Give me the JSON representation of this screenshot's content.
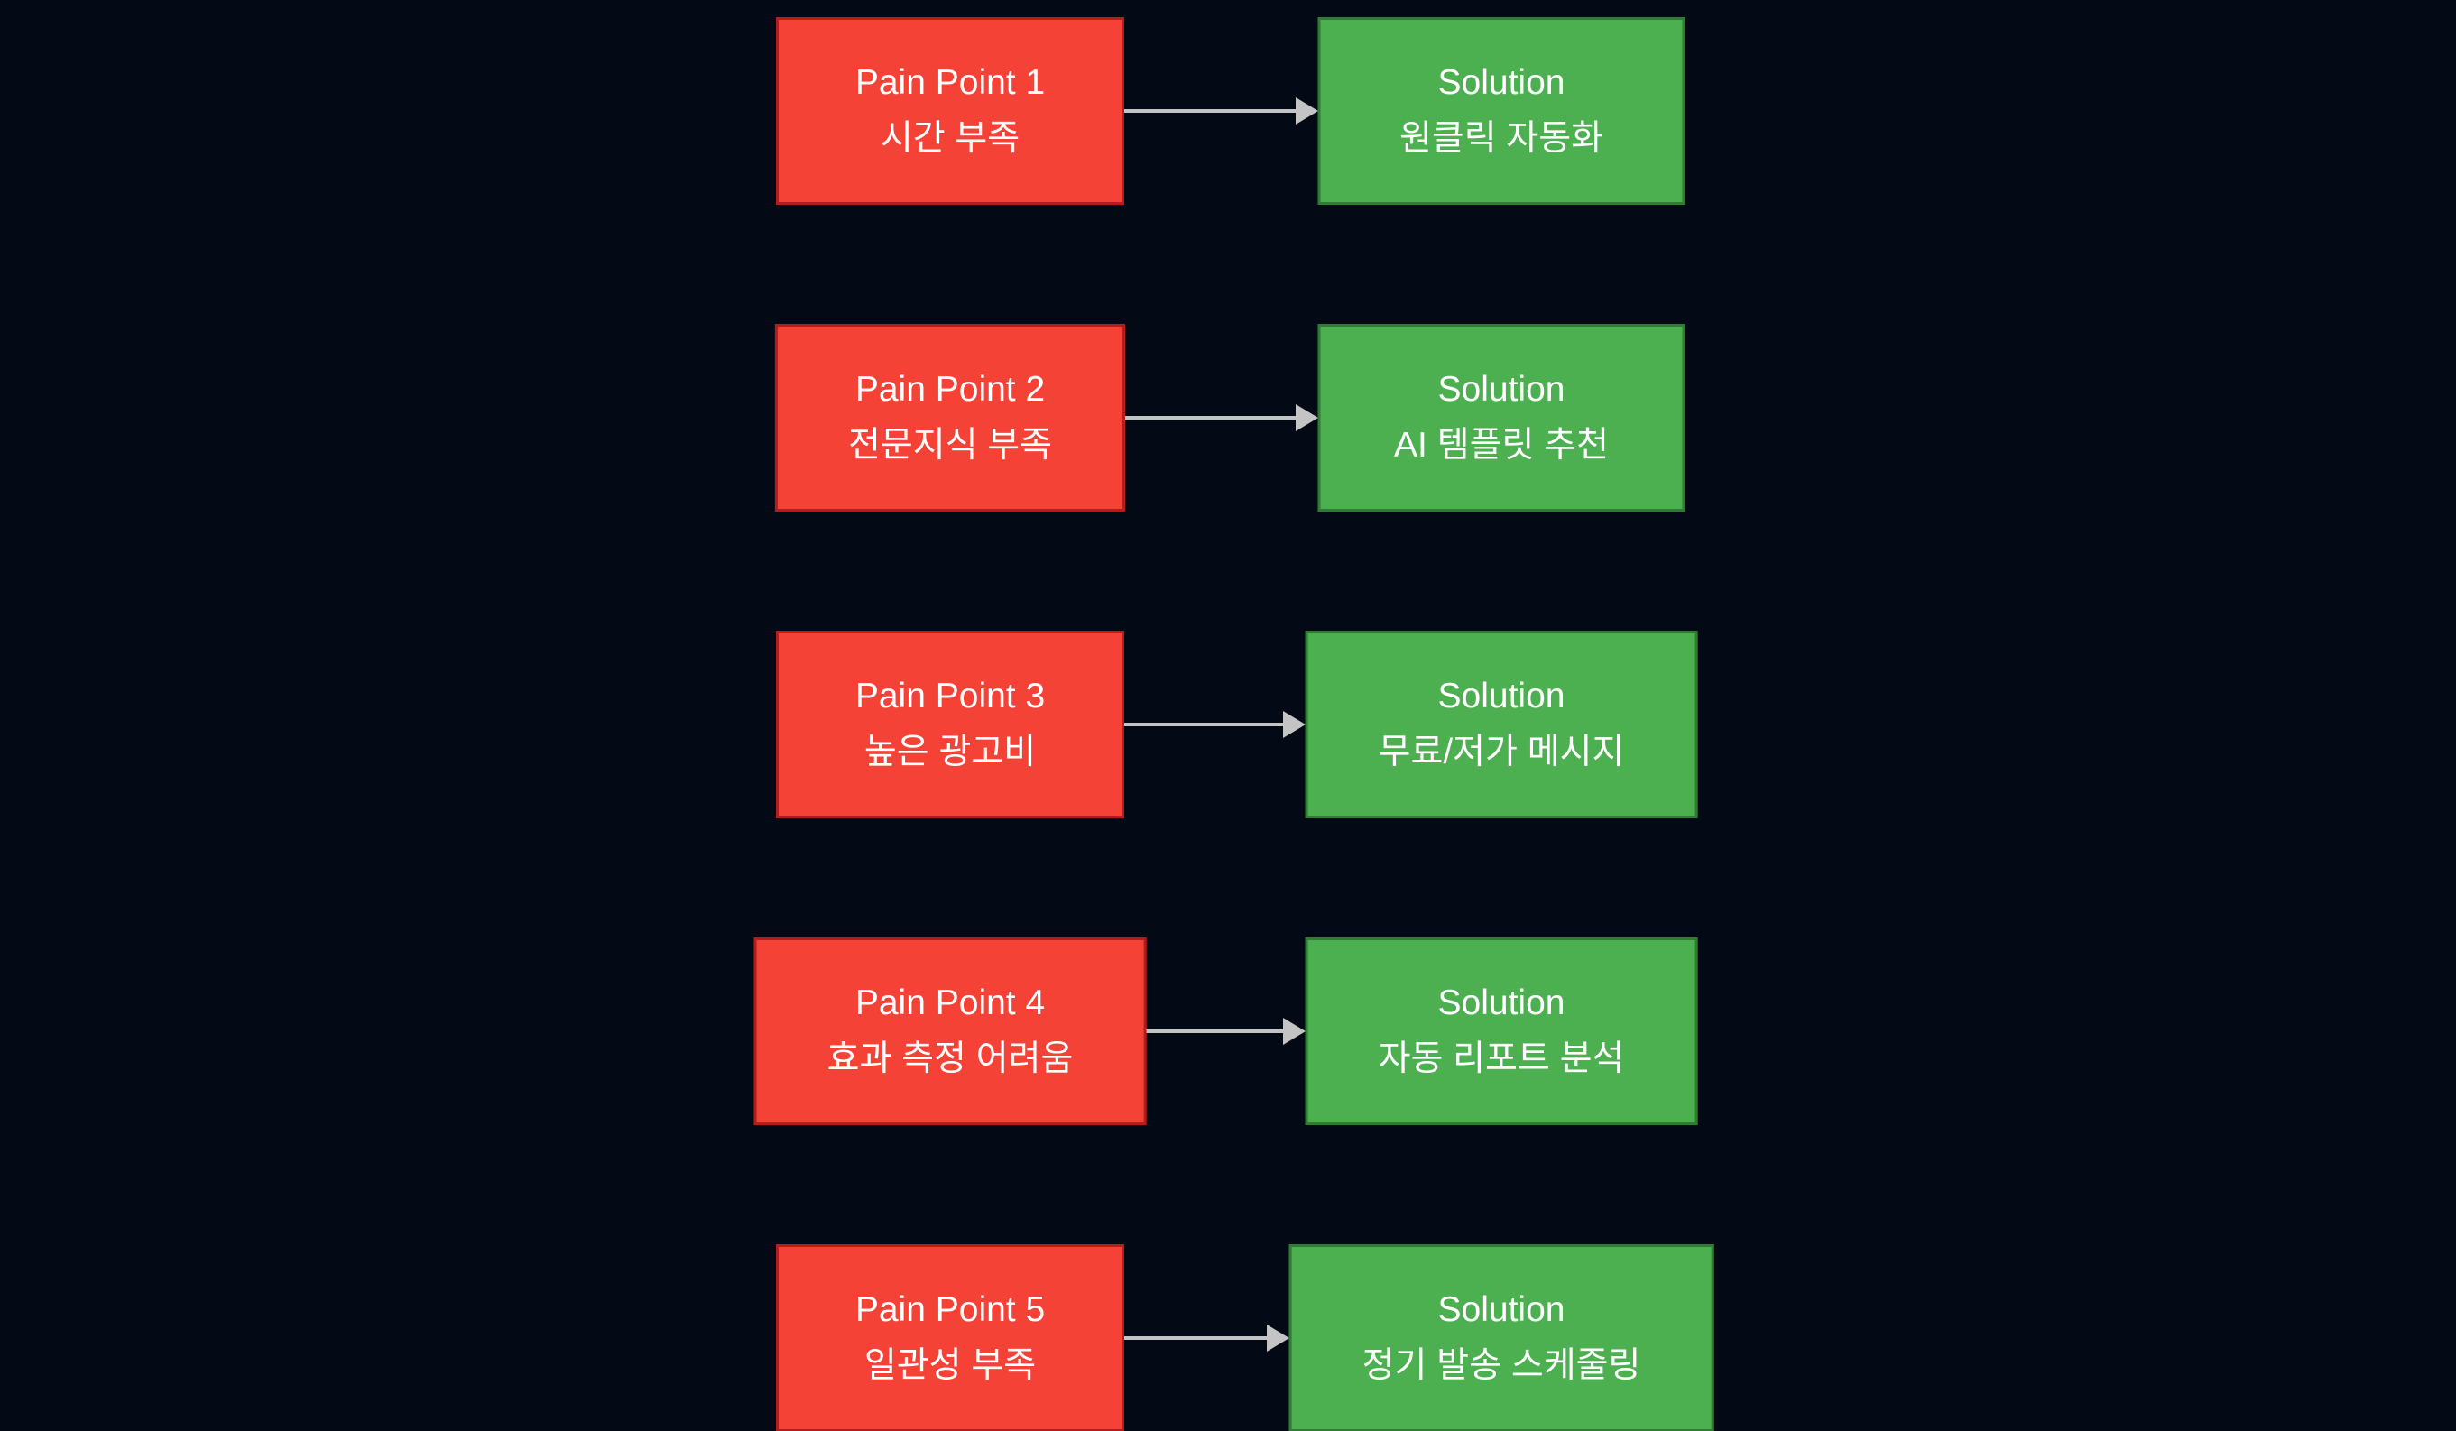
{
  "colors": {
    "background": "#040a15",
    "pain_fill": "#f44336",
    "pain_border": "#b71c1c",
    "solution_fill": "#4caf50",
    "solution_border": "#2e7d32",
    "arrow": "#c4c4c4",
    "text": "#ffffff"
  },
  "rows": [
    {
      "pain": {
        "line1": "Pain Point 1",
        "line2": "시간 부족"
      },
      "solution": {
        "line1": "Solution",
        "line2": "원클릭 자동화"
      }
    },
    {
      "pain": {
        "line1": "Pain Point 2",
        "line2": "전문지식 부족"
      },
      "solution": {
        "line1": "Solution",
        "line2": "AI 템플릿 추천"
      }
    },
    {
      "pain": {
        "line1": "Pain Point 3",
        "line2": "높은 광고비"
      },
      "solution": {
        "line1": "Solution",
        "line2": "무료/저가 메시지"
      }
    },
    {
      "pain": {
        "line1": "Pain Point 4",
        "line2": "효과 측정 어려움"
      },
      "solution": {
        "line1": "Solution",
        "line2": "자동 리포트 분석"
      }
    },
    {
      "pain": {
        "line1": "Pain Point 5",
        "line2": "일관성 부족"
      },
      "solution": {
        "line1": "Solution",
        "line2": "정기 발송 스케줄링"
      }
    }
  ]
}
